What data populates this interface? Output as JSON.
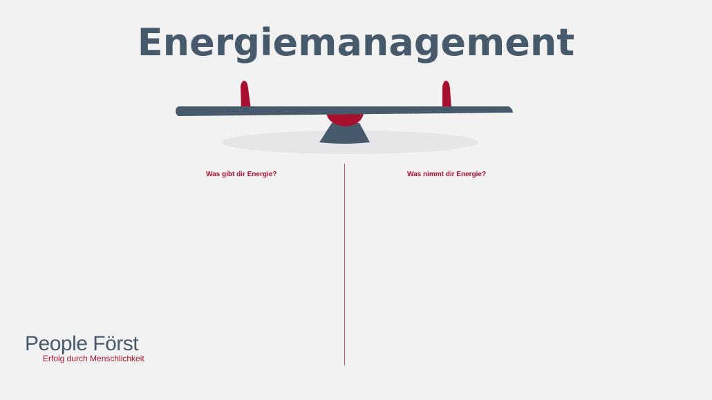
{
  "title": "Energiemanagement",
  "columns": {
    "left_question": "Was gibt dir Energie?",
    "right_question": "Was nimmt dir Energie?"
  },
  "logo": {
    "name": "People Först",
    "tagline": "Erfolg durch Menschlichkeit"
  },
  "colors": {
    "primary": "#465a6b",
    "accent": "#a8102f",
    "background": "#f2f2f2"
  }
}
